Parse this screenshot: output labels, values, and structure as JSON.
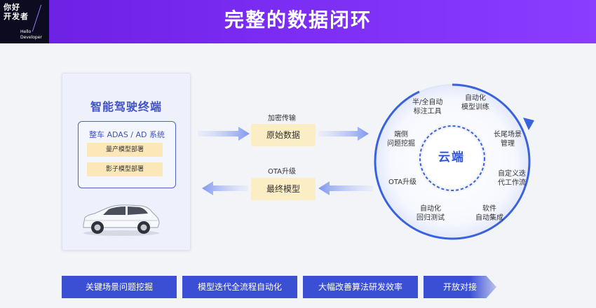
{
  "header": {
    "logo_line1": "你好",
    "logo_line2": "开发者",
    "logo_line3": "Hello",
    "logo_line4": "Developer",
    "title": "完整的数据闭环"
  },
  "terminal": {
    "title": "智能驾驶终端",
    "system_label": "整车 ADAS / AD 系统",
    "chip1": "量产模型部署",
    "chip2": "影子模型部署"
  },
  "flow": {
    "top_label": "加密传输",
    "top_box": "原始数据",
    "bottom_label": "OTA升级",
    "bottom_box": "最终模型"
  },
  "cloud": {
    "center": "云端",
    "items": [
      "半/全自动\n标注工具",
      "自动化\n模型训练",
      "长尾场景\n管理",
      "自定义迭\n代工作流",
      "软件\n自动集成",
      "自动化\n回归测试",
      "OTA升级",
      "端侧\n问题挖掘"
    ]
  },
  "bottom": {
    "items": [
      "关键场景问题挖掘",
      "模型迭代全流程自动化",
      "大幅改善算法研发效率",
      "开放对接"
    ]
  },
  "colors": {
    "header_purple": "#7a2cf2",
    "accent_blue": "#3a4fd4",
    "chip_yellow": "#fbe7b8"
  }
}
